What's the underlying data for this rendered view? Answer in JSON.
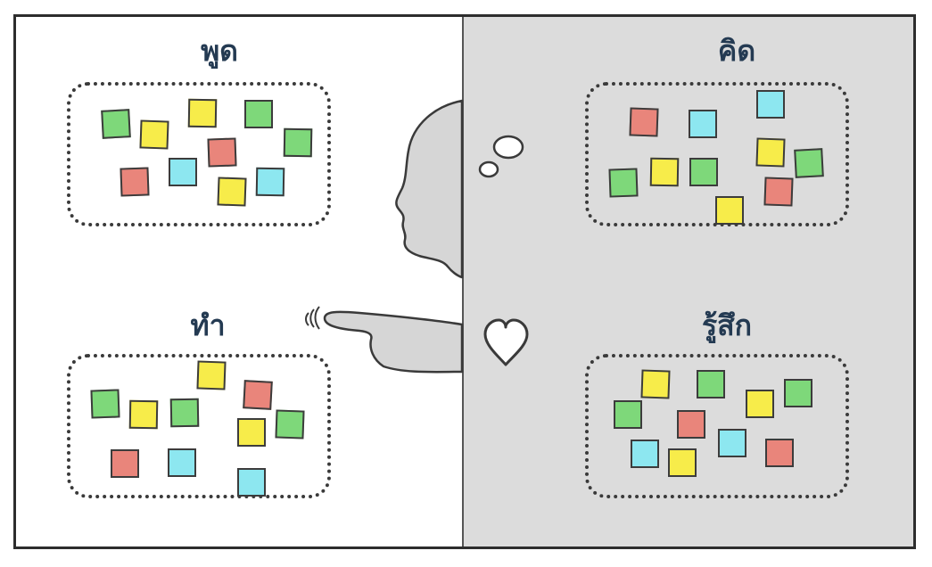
{
  "labels": {
    "speak": "พูด",
    "think": "คิด",
    "do": "ทำ",
    "feel": "รู้สึก"
  },
  "colors": {
    "green": "#7ed87a",
    "yellow": "#f7ec4a",
    "red": "#e9857b",
    "cyan": "#8de7f0",
    "right_bg": "#dcdcdc",
    "label_text": "#243a52"
  },
  "quadrants": [
    {
      "id": "speak",
      "notes": [
        "green",
        "yellow",
        "yellow",
        "green",
        "green",
        "red",
        "cyan",
        "red",
        "yellow",
        "cyan"
      ]
    },
    {
      "id": "think",
      "notes": [
        "red",
        "cyan",
        "cyan",
        "yellow",
        "green",
        "yellow",
        "green",
        "green",
        "red",
        "yellow"
      ]
    },
    {
      "id": "do",
      "notes": [
        "yellow",
        "green",
        "yellow",
        "green",
        "red",
        "yellow",
        "green",
        "red",
        "cyan",
        "cyan"
      ]
    },
    {
      "id": "feel",
      "notes": [
        "green",
        "yellow",
        "green",
        "yellow",
        "green",
        "red",
        "cyan",
        "cyan",
        "yellow",
        "red"
      ]
    }
  ]
}
